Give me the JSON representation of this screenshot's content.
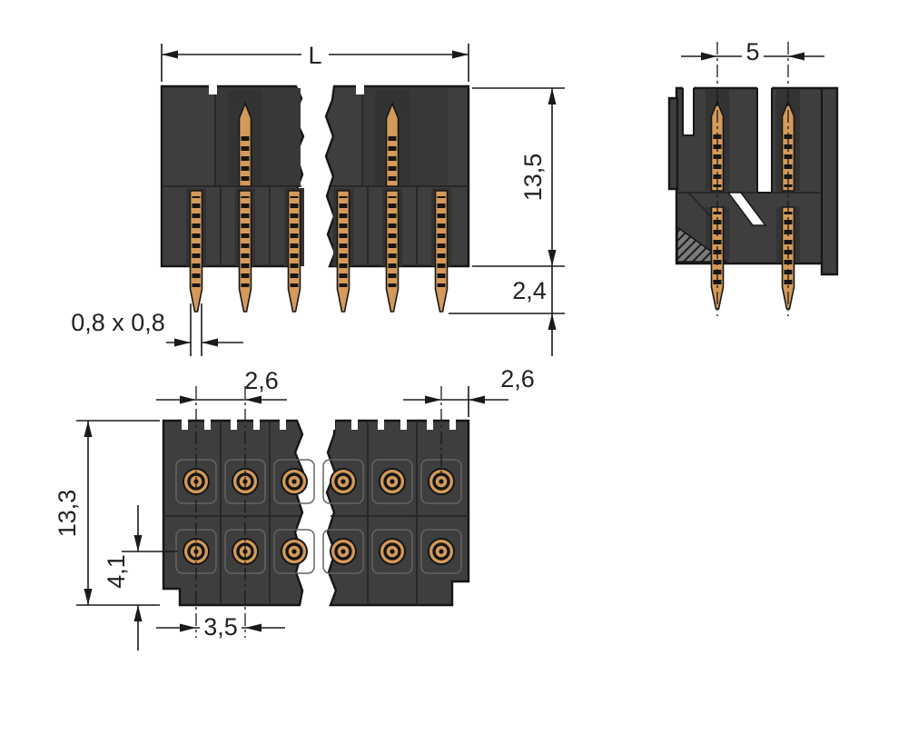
{
  "colors": {
    "background": "#ffffff",
    "connector_body": "#3e3e3e",
    "body_outline": "#161616",
    "pin_gold": "#d49a5a",
    "pin_stripe": "#161616",
    "dimension_line": "#1a1a1a",
    "label_text": "#222222"
  },
  "front_view": {
    "length": "L",
    "height": "13,5",
    "pin_protrusion": "2,4",
    "pin_cross_section": "0,8 x 0,8"
  },
  "side_view": {
    "pin_spacing": "5"
  },
  "bottom_view": {
    "spacing_top_left": "2,6",
    "spacing_top_right": "2,6",
    "depth": "13,3",
    "row_edge_offset": "4,1",
    "pin_pitch": "3,5"
  }
}
